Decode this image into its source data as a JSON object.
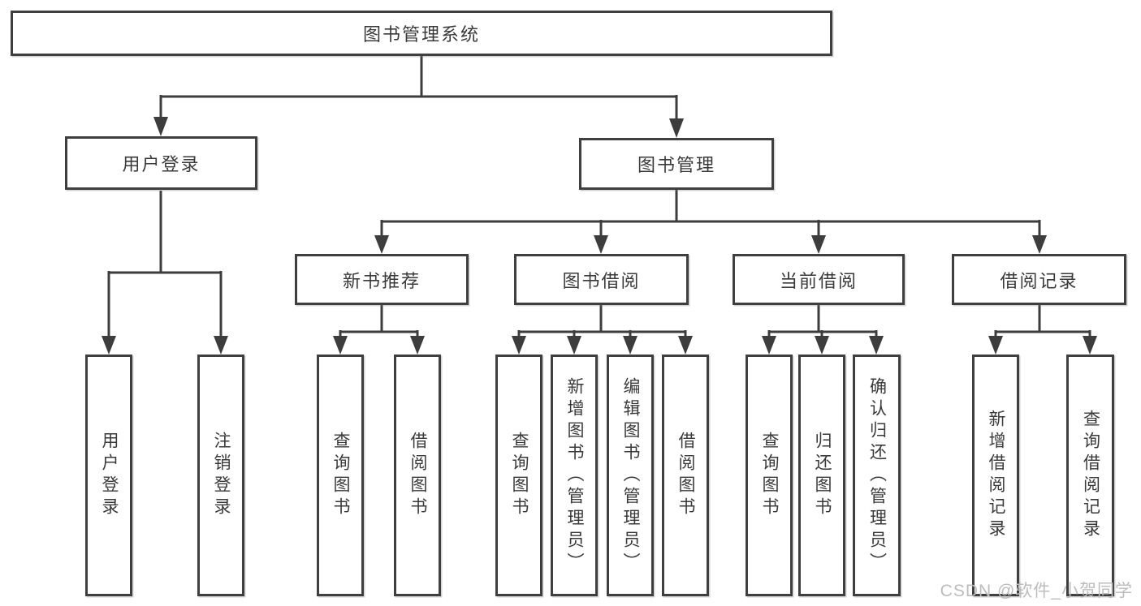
{
  "tree": {
    "label": "图书管理系统",
    "children": [
      {
        "label": "用户登录",
        "children": [
          {
            "label": "用户登录"
          },
          {
            "label": "注销登录"
          }
        ]
      },
      {
        "label": "图书管理",
        "children": [
          {
            "label": "新书推荐",
            "children": [
              {
                "label": "查询图书"
              },
              {
                "label": "借阅图书"
              }
            ]
          },
          {
            "label": "图书借阅",
            "children": [
              {
                "label": "查询图书"
              },
              {
                "label": "新增图书（管理员）"
              },
              {
                "label": "编辑图书（管理员）"
              },
              {
                "label": "借阅图书"
              }
            ]
          },
          {
            "label": "当前借阅",
            "children": [
              {
                "label": "查询图书"
              },
              {
                "label": "归还图书"
              },
              {
                "label": "确认归还（管理员）"
              }
            ]
          },
          {
            "label": "借阅记录",
            "children": [
              {
                "label": "新增借阅记录"
              },
              {
                "label": "查询借阅记录"
              }
            ]
          }
        ]
      }
    ]
  },
  "watermark": {
    "text": "CSDN @软件_小贺同学"
  },
  "colors": {
    "line": "#3d3d3d",
    "box_border": "#3f3f3f",
    "text": "#3a3a3a",
    "watermark": "#bcbcbc",
    "background": "#ffffff"
  }
}
